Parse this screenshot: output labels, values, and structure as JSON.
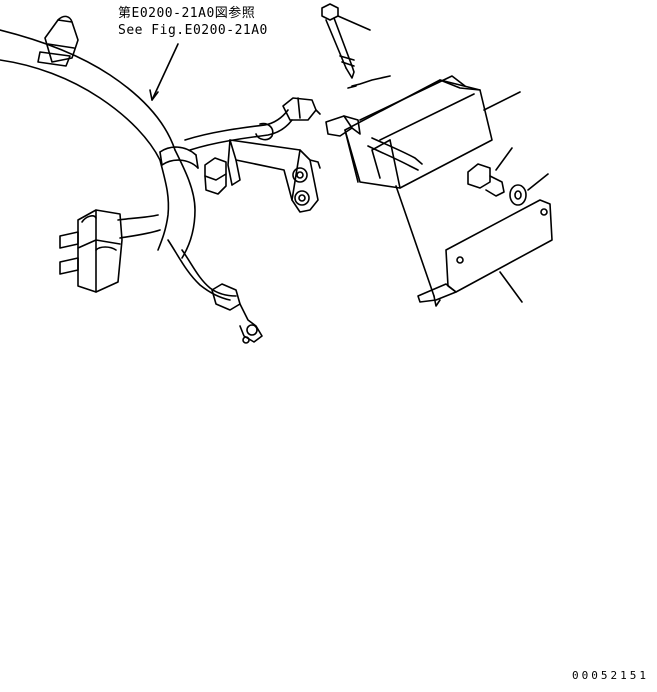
{
  "reference": {
    "japanese": "第E0200-21A0図参照",
    "english": "See Fig.E0200-21A0"
  },
  "drawing_number": "00052151",
  "colors": {
    "line": "#000000",
    "background": "#ffffff"
  }
}
